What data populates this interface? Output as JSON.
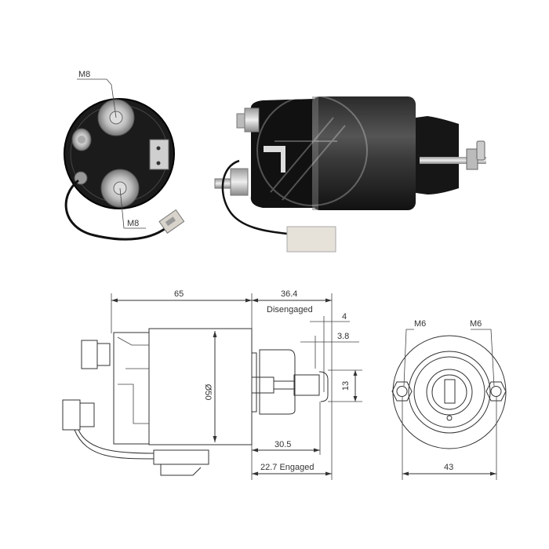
{
  "photos": {
    "end_view": {
      "labels": {
        "top_terminal": "M8",
        "bottom_terminal": "M8"
      }
    },
    "side_view": {
      "description": "Starter solenoid side photo"
    }
  },
  "drawing": {
    "side": {
      "overall_length": "65",
      "plunger_disengaged": "36.4",
      "disengaged_label": "Disengaged",
      "dim_4": "4",
      "dim_3_8": "3.8",
      "dim_13": "13",
      "diameter": "Ø50",
      "dim_30_5": "30.5",
      "engaged": "22.7 Engaged"
    },
    "end": {
      "left_thread": "M6",
      "right_thread": "M6",
      "mount_spacing": "43"
    }
  },
  "colors": {
    "line": "#333333",
    "body_dark": "#1a1a1a",
    "connector": "#e6e2da"
  }
}
